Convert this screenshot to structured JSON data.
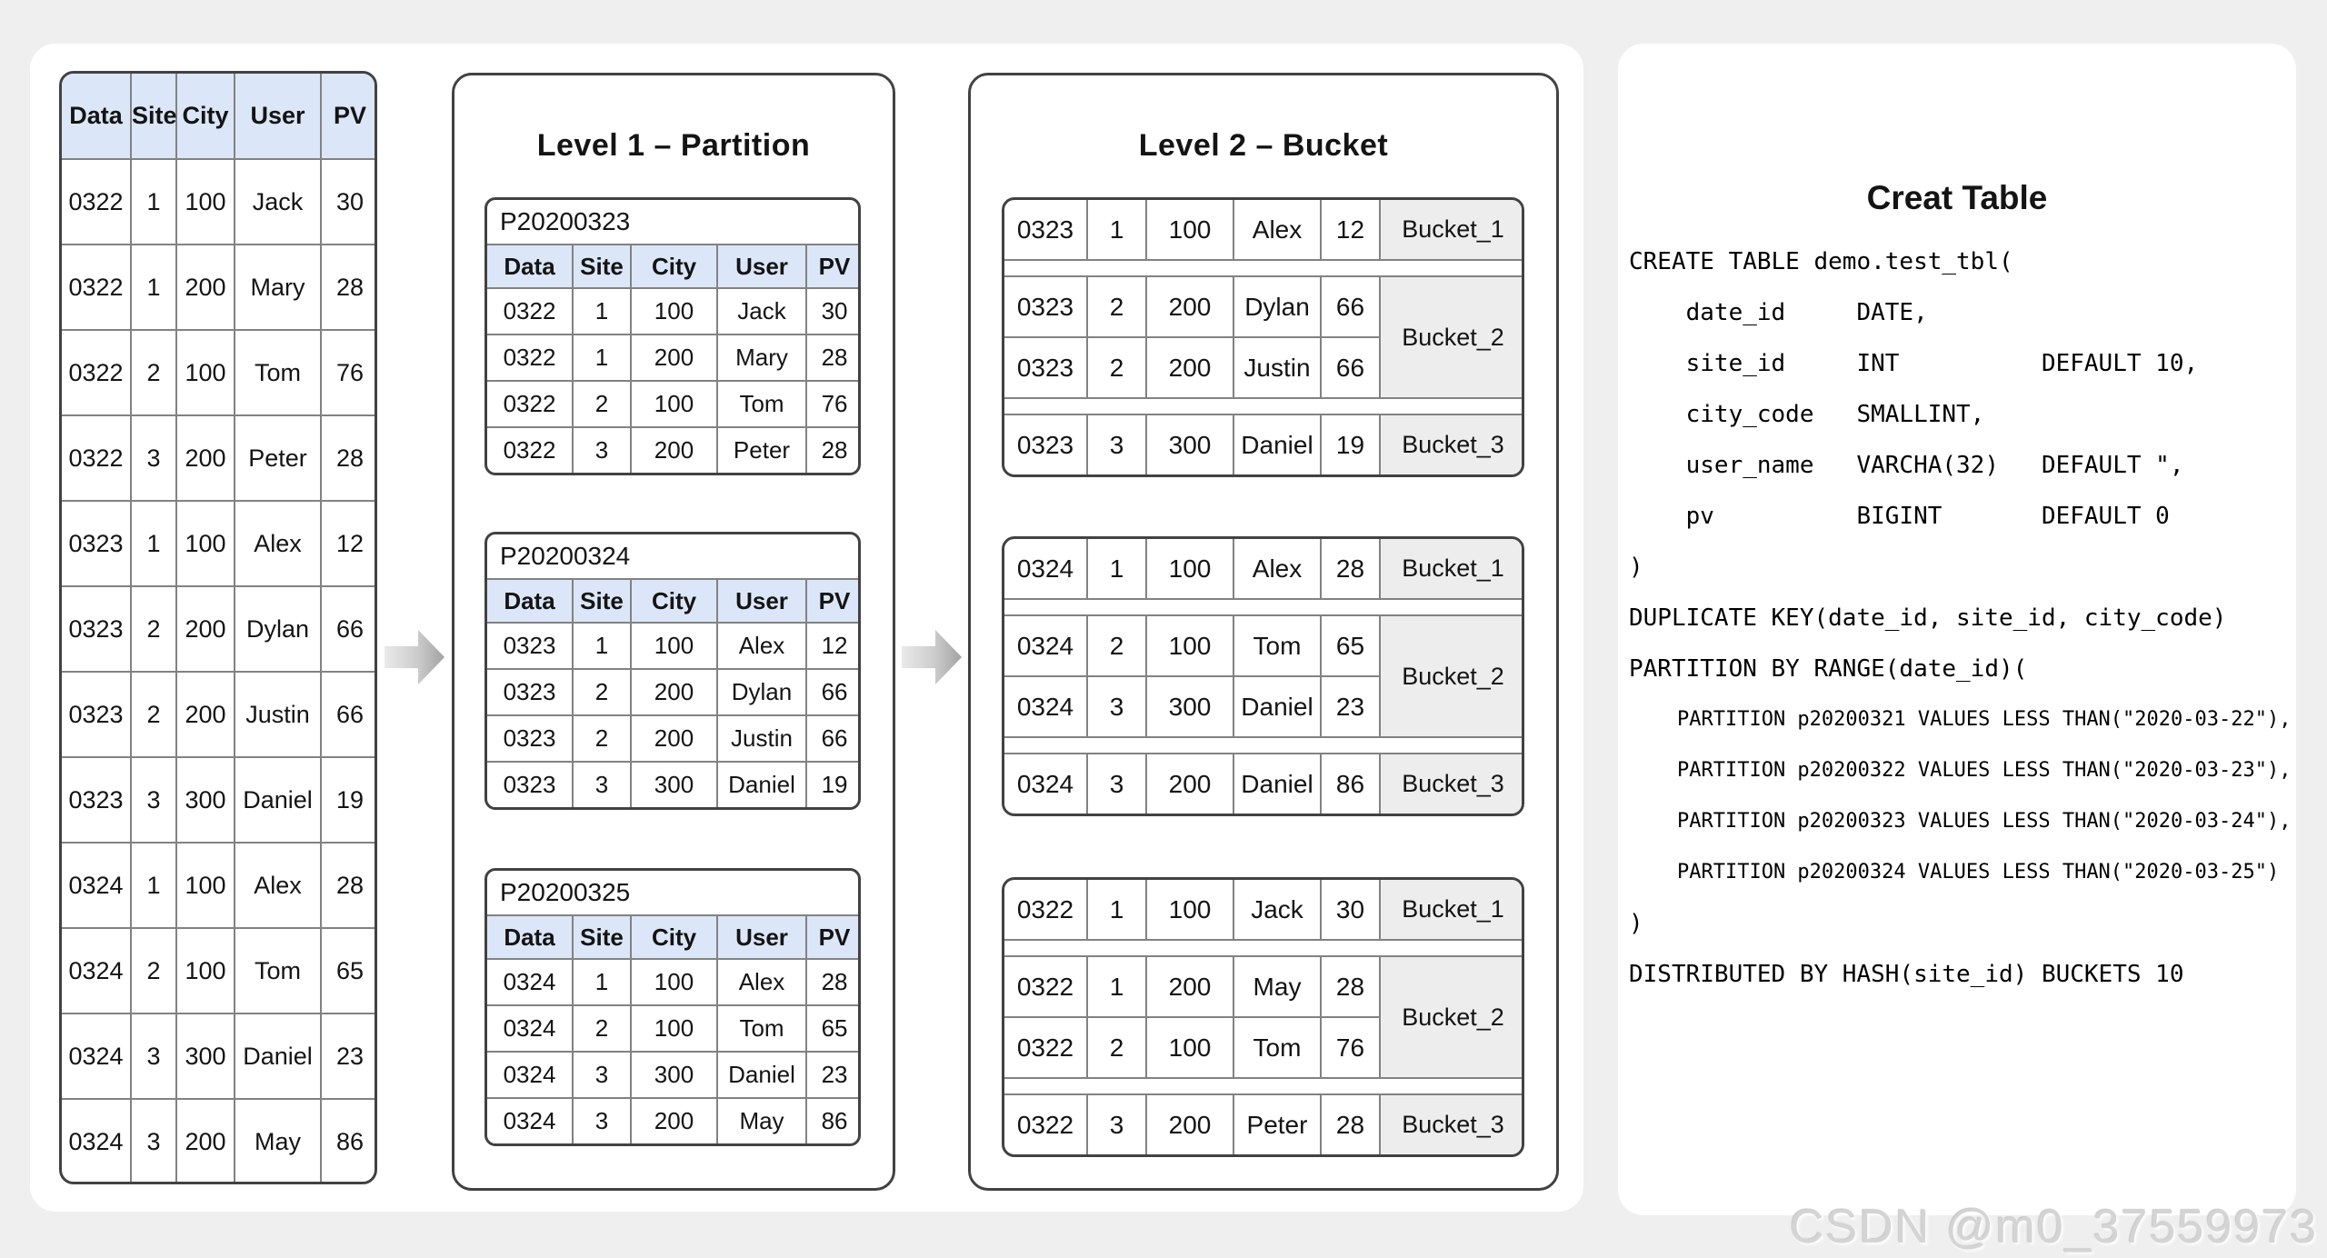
{
  "page": {
    "watermark": "CSDN @m0_37559973"
  },
  "colors": {
    "background": "#efefef",
    "panel": "#ffffff",
    "header_blue": "#dbe6f8",
    "bucket_gray": "#ededed",
    "border_dark": "#424242",
    "border_light": "#828282",
    "watermark": "#d4d4d4"
  },
  "source_table": {
    "headers": [
      "Data",
      "Site",
      "City",
      "User",
      "PV"
    ],
    "rows": [
      [
        "0322",
        "1",
        "100",
        "Jack",
        "30"
      ],
      [
        "0322",
        "1",
        "200",
        "Mary",
        "28"
      ],
      [
        "0322",
        "2",
        "100",
        "Tom",
        "76"
      ],
      [
        "0322",
        "3",
        "200",
        "Peter",
        "28"
      ],
      [
        "0323",
        "1",
        "100",
        "Alex",
        "12"
      ],
      [
        "0323",
        "2",
        "200",
        "Dylan",
        "66"
      ],
      [
        "0323",
        "2",
        "200",
        "Justin",
        "66"
      ],
      [
        "0323",
        "3",
        "300",
        "Daniel",
        "19"
      ],
      [
        "0324",
        "1",
        "100",
        "Alex",
        "28"
      ],
      [
        "0324",
        "2",
        "100",
        "Tom",
        "65"
      ],
      [
        "0324",
        "3",
        "300",
        "Daniel",
        "23"
      ],
      [
        "0324",
        "3",
        "200",
        "May",
        "86"
      ]
    ]
  },
  "level1": {
    "title": "Level 1 – Partition",
    "partitions": [
      {
        "label": "P20200323",
        "headers": [
          "Data",
          "Site",
          "City",
          "User",
          "PV"
        ],
        "rows": [
          [
            "0322",
            "1",
            "100",
            "Jack",
            "30"
          ],
          [
            "0322",
            "1",
            "200",
            "Mary",
            "28"
          ],
          [
            "0322",
            "2",
            "100",
            "Tom",
            "76"
          ],
          [
            "0322",
            "3",
            "200",
            "Peter",
            "28"
          ]
        ]
      },
      {
        "label": "P20200324",
        "headers": [
          "Data",
          "Site",
          "City",
          "User",
          "PV"
        ],
        "rows": [
          [
            "0323",
            "1",
            "100",
            "Alex",
            "12"
          ],
          [
            "0323",
            "2",
            "200",
            "Dylan",
            "66"
          ],
          [
            "0323",
            "2",
            "200",
            "Justin",
            "66"
          ],
          [
            "0323",
            "3",
            "300",
            "Daniel",
            "19"
          ]
        ]
      },
      {
        "label": "P20200325",
        "headers": [
          "Data",
          "Site",
          "City",
          "User",
          "PV"
        ],
        "rows": [
          [
            "0324",
            "1",
            "100",
            "Alex",
            "28"
          ],
          [
            "0324",
            "2",
            "100",
            "Tom",
            "65"
          ],
          [
            "0324",
            "3",
            "300",
            "Daniel",
            "23"
          ],
          [
            "0324",
            "3",
            "200",
            "May",
            "86"
          ]
        ]
      }
    ]
  },
  "level2": {
    "title": "Level 2 – Bucket",
    "groups": [
      {
        "segments": [
          {
            "bucket": "Bucket_1",
            "rows": [
              [
                "0323",
                "1",
                "100",
                "Alex",
                "12"
              ]
            ]
          },
          {
            "bucket": "Bucket_2",
            "rows": [
              [
                "0323",
                "2",
                "200",
                "Dylan",
                "66"
              ],
              [
                "0323",
                "2",
                "200",
                "Justin",
                "66"
              ]
            ]
          },
          {
            "bucket": "Bucket_3",
            "rows": [
              [
                "0323",
                "3",
                "300",
                "Daniel",
                "19"
              ]
            ]
          }
        ]
      },
      {
        "segments": [
          {
            "bucket": "Bucket_1",
            "rows": [
              [
                "0324",
                "1",
                "100",
                "Alex",
                "28"
              ]
            ]
          },
          {
            "bucket": "Bucket_2",
            "rows": [
              [
                "0324",
                "2",
                "100",
                "Tom",
                "65"
              ],
              [
                "0324",
                "3",
                "300",
                "Daniel",
                "23"
              ]
            ]
          },
          {
            "bucket": "Bucket_3",
            "rows": [
              [
                "0324",
                "3",
                "200",
                "Daniel",
                "86"
              ]
            ]
          }
        ]
      },
      {
        "segments": [
          {
            "bucket": "Bucket_1",
            "rows": [
              [
                "0322",
                "1",
                "100",
                "Jack",
                "30"
              ]
            ]
          },
          {
            "bucket": "Bucket_2",
            "rows": [
              [
                "0322",
                "1",
                "200",
                "May",
                "28"
              ],
              [
                "0322",
                "2",
                "100",
                "Tom",
                "76"
              ]
            ]
          },
          {
            "bucket": "Bucket_3",
            "rows": [
              [
                "0322",
                "3",
                "200",
                "Peter",
                "28"
              ]
            ]
          }
        ]
      }
    ]
  },
  "create_table": {
    "title": "Creat Table",
    "sql_lines": [
      "CREATE TABLE demo.test_tbl(",
      "    date_id     DATE,",
      "    site_id     INT          DEFAULT 10,",
      "    city_code   SMALLINT,",
      "    user_name   VARCHA(32)   DEFAULT \",",
      "    pv          BIGINT       DEFAULT 0",
      ")",
      "DUPLICATE KEY(date_id, site_id, city_code)",
      "PARTITION BY RANGE(date_id)(",
      "    PARTITION p20200321 VALUES LESS THAN(\"2020-03-22\"),",
      "    PARTITION p20200322 VALUES LESS THAN(\"2020-03-23\"),",
      "    PARTITION p20200323 VALUES LESS THAN(\"2020-03-24\"),",
      "    PARTITION p20200324 VALUES LESS THAN(\"2020-03-25\")",
      ")",
      "DISTRIBUTED BY HASH(site_id) BUCKETS 10"
    ]
  }
}
